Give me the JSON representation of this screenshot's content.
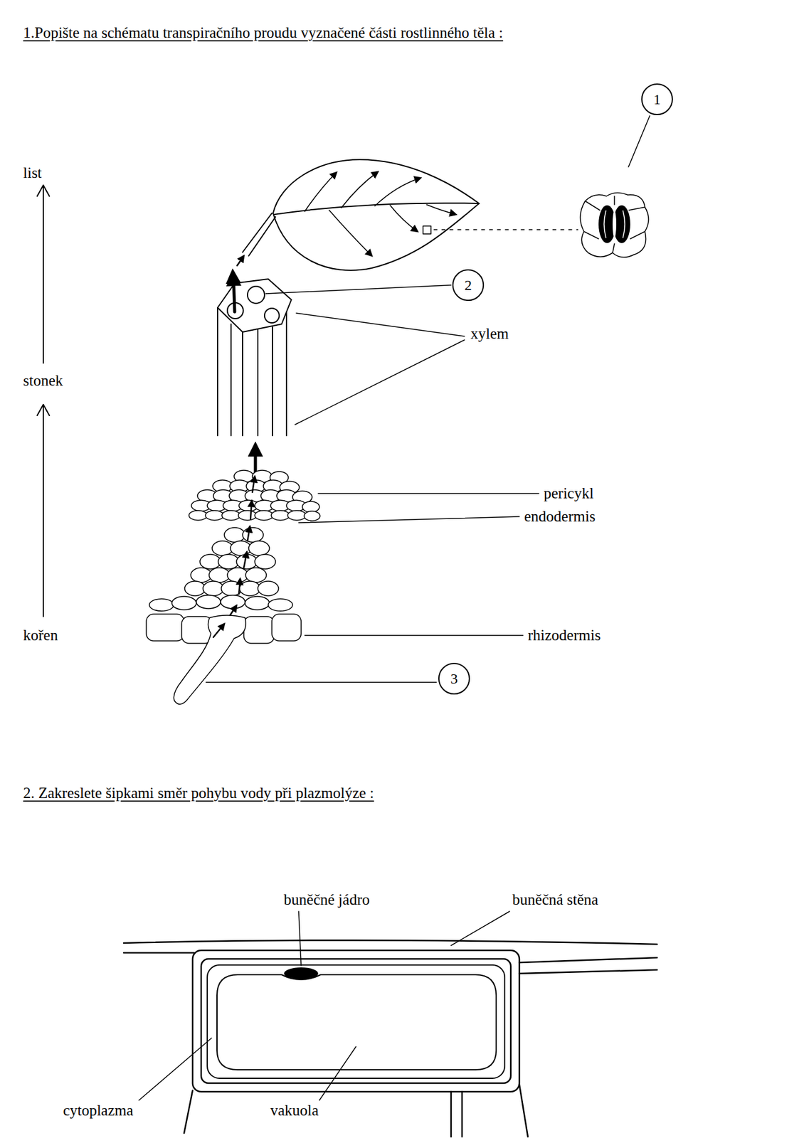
{
  "diagram": {
    "title": "1.Popište na schématu transpiračního proudu vyznačené části rostlinného těla :",
    "nodes": [
      {
        "text": [
          "1"
        ]
      },
      {
        "text": [
          "2"
        ]
      },
      {
        "text": [
          "3"
        ]
      }
    ],
    "labels": [
      "list",
      "stonek",
      "kořen",
      "xylem",
      "pericykl",
      "endodermis",
      "rhizodermis",
      "2. Zakreslete šipkami směr pohybu vody při plazmolýze :",
      "buněčné jádro",
      "buněčná stěna",
      "cytoplazma",
      "vakuola"
    ]
  }
}
